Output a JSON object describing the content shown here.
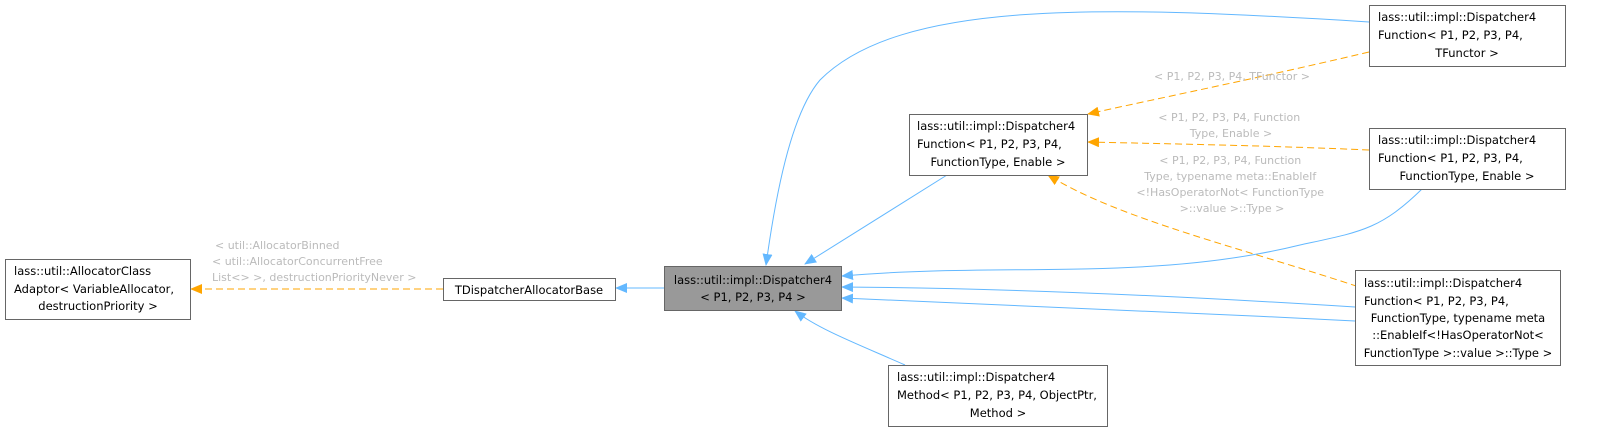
{
  "colors": {
    "inheritance": "#63b8ff",
    "template": "#ffa500",
    "current_node": "#999999"
  },
  "nodes": {
    "allocator_adaptor": [
      "lass::util::AllocatorClass",
      "Adaptor< VariableAllocator,",
      "destructionPriority >"
    ],
    "allocator_base": [
      "TDispatcherAllocatorBase"
    ],
    "dispatcher4": [
      "lass::util::impl::Dispatcher4",
      "< P1, P2, P3, P4 >"
    ],
    "function_tfunctor": [
      "lass::util::impl::Dispatcher4",
      "Function< P1, P2, P3, P4,",
      "TFunctor >"
    ],
    "function_template": [
      "lass::util::impl::Dispatcher4",
      "Function< P1, P2, P3, P4,",
      "FunctionType, Enable >"
    ],
    "function_enable": [
      "lass::util::impl::Dispatcher4",
      "Function< P1, P2, P3, P4,",
      "FunctionType, Enable >"
    ],
    "function_meta": [
      "lass::util::impl::Dispatcher4",
      "Function< P1, P2, P3, P4,",
      "FunctionType, typename meta",
      "::EnableIf<!HasOperatorNot<",
      "FunctionType >::value >::Type >"
    ],
    "method": [
      "lass::util::impl::Dispatcher4",
      "Method< P1, P2, P3, P4, ObjectPtr,",
      "Method >"
    ]
  },
  "edge_labels": {
    "allocator": [
      "< util::AllocatorBinned",
      "< util::AllocatorConcurrentFree",
      "List<> >, destructionPriorityNever >"
    ],
    "tfunctor": [
      "< P1, P2, P3, P4, TFunctor >"
    ],
    "enable": [
      "< P1, P2, P3, P4, Function",
      "Type, Enable >"
    ],
    "meta": [
      "< P1, P2, P3, P4, Function",
      "Type, typename meta::EnableIf",
      "<!HasOperatorNot< FunctionType",
      ">::value >::Type >"
    ]
  }
}
